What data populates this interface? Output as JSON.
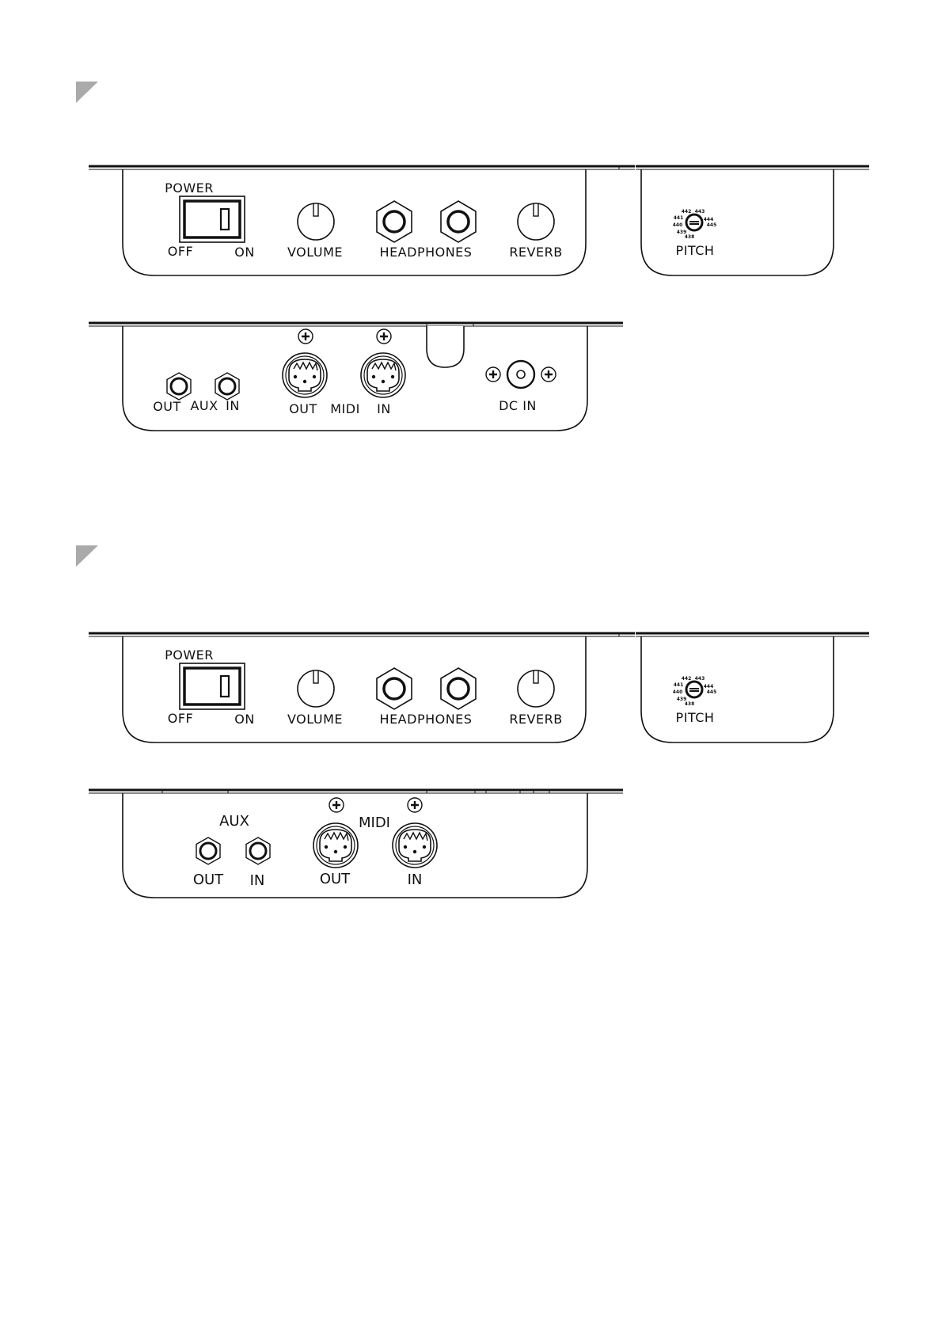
{
  "colors": {
    "ink": "#111111",
    "marker": "#aaaaaa",
    "background": "#ffffff"
  },
  "section1": {
    "front_panel": {
      "power_label": "POWER",
      "off_label": "OFF",
      "on_label": "ON",
      "volume_label": "VOLUME",
      "headphones_label": "HEADPHONES",
      "reverb_label": "REVERB"
    },
    "pitch_panel": {
      "pitch_label": "PITCH",
      "dial_values": [
        "442",
        "443",
        "441",
        "444",
        "440",
        "445",
        "439",
        "438"
      ]
    },
    "rear_panel": {
      "aux_out_label": "OUT",
      "aux_label": "AUX",
      "aux_in_label": "IN",
      "midi_out_label": "OUT",
      "midi_label": "MIDI",
      "midi_in_label": "IN",
      "dc_in_label": "DC IN"
    }
  },
  "section2": {
    "front_panel": {
      "power_label": "POWER",
      "off_label": "OFF",
      "on_label": "ON",
      "volume_label": "VOLUME",
      "headphones_label": "HEADPHONES",
      "reverb_label": "REVERB"
    },
    "pitch_panel": {
      "pitch_label": "PITCH",
      "dial_values": [
        "442",
        "443",
        "441",
        "444",
        "440",
        "445",
        "439",
        "438"
      ]
    },
    "rear_panel": {
      "aux_label": "AUX",
      "aux_out_label": "OUT",
      "aux_in_label": "IN",
      "midi_label": "MIDI",
      "midi_out_label": "OUT",
      "midi_in_label": "IN"
    }
  }
}
